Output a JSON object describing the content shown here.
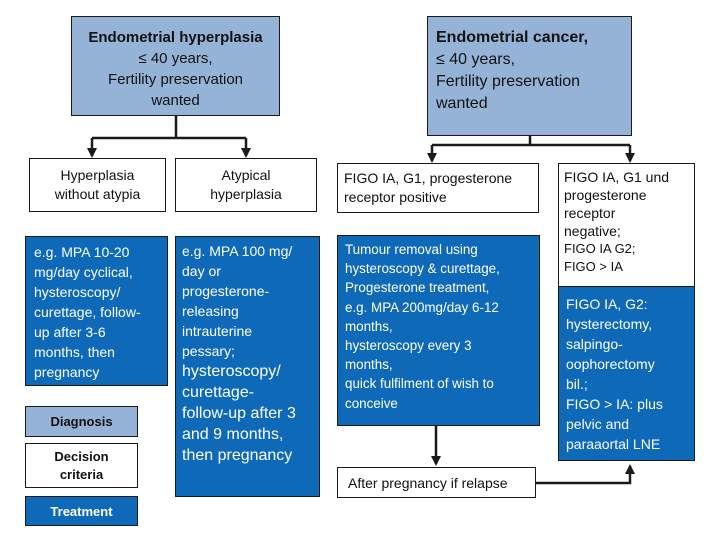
{
  "boxes": {
    "hyperplasia": {
      "title": "Endometrial hyperplasia",
      "line1": "≤ 40 years,",
      "line2": "Fertility preservation",
      "line3": "wanted"
    },
    "cancer": {
      "title": "Endometrial cancer,",
      "line1": "≤ 40 years,",
      "line2": "Fertility preservation",
      "line3": "wanted"
    },
    "no_atypia": {
      "line1": "Hyperplasia",
      "line2": "without atypia"
    },
    "atypical": {
      "line1": "Atypical",
      "line2": "hyperplasia"
    },
    "figo_ia_g1_pos": {
      "line1": "FIGO IA, G1, progesterone",
      "line2": "receptor positive"
    },
    "figo_neg": {
      "line1": "FIGO IA, G1 und",
      "line2": "progesterone",
      "line3": "receptor",
      "line4": "negative;",
      "line5": "FIGO IA G2;",
      "line6": "FIGO > IA"
    },
    "treat_no_atypia": {
      "lines": [
        "e.g. MPA 10-20",
        "mg/day cyclical,",
        "hysteroscopy/",
        "curettage, follow-",
        "up after 3-6",
        "months, then",
        "pregnancy"
      ]
    },
    "treat_atypical": {
      "small_lines": [
        " e.g. MPA 100 mg/",
        "day or",
        "progesterone-",
        "releasing",
        "intrauterine",
        "pessary;"
      ],
      "large_lines": [
        "hysteroscopy/",
        "curettage-",
        "follow-up after 3",
        "and 9 months,",
        "then pregnancy"
      ]
    },
    "treat_g1_pos": {
      "lines": [
        "Tumour removal using",
        "hysteroscopy & curettage,",
        "Progesterone treatment,",
        "e.g. MPA 200mg/day 6-12",
        "months,",
        "hysteroscopy every 3",
        "months,",
        "quick fulfilment of wish to",
        "conceive"
      ]
    },
    "treat_neg": {
      "lines": [
        "FIGO IA, G2:",
        "hysterectomy,",
        "salpingo-",
        "oophorectomy",
        "bil.;",
        "FIGO > IA: plus",
        "pelvic and",
        "paraaortal LNE"
      ]
    },
    "relapse": {
      "label": "After pregnancy if relapse"
    }
  },
  "legend": {
    "diagnosis": "Diagnosis",
    "decision_line1": "Decision",
    "decision_line2": "criteria",
    "treatment": "Treatment"
  },
  "colors": {
    "diagnosis": "#95b3d7",
    "criteria": "#ffffff",
    "treatment": "#0e6ab8",
    "line": "#1a1a1a"
  }
}
